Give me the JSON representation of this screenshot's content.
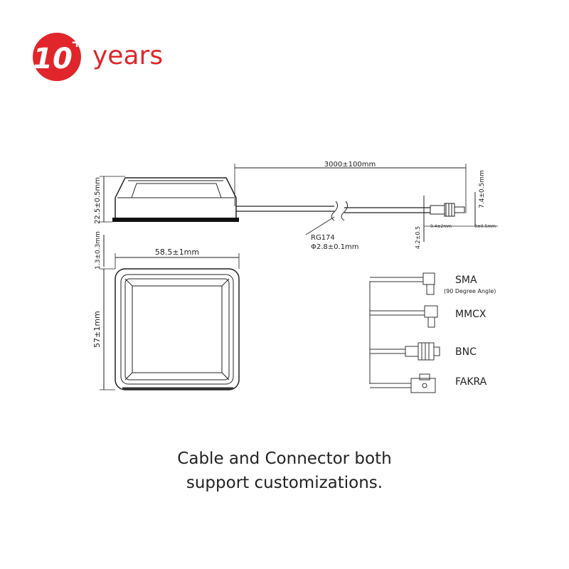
{
  "logo": {
    "number": "10",
    "plus": "+",
    "word": "years",
    "color": "#e0262b"
  },
  "side_view": {
    "cable_length": "3000±100mm",
    "height": "22.5±0.5mm",
    "cable_type": "RG174",
    "cable_diameter": "Φ2.8±0.1mm",
    "connector_height": "7.4±0.5mm",
    "dim_left": "9.4±2mm",
    "dim_right": "9±0.5mm",
    "dim_vertical": "4.2±0.5",
    "base_height": "1.3±0.3mm"
  },
  "top_view": {
    "width": "58.5±1mm",
    "depth": "57±1mm"
  },
  "connectors": [
    {
      "name": "SMA",
      "note": "(90 Degree Angle)"
    },
    {
      "name": "MMCX",
      "note": ""
    },
    {
      "name": "BNC",
      "note": ""
    },
    {
      "name": "FAKRA",
      "note": ""
    }
  ],
  "caption": {
    "line1": "Cable and Connector both",
    "line2": "support customizations."
  }
}
